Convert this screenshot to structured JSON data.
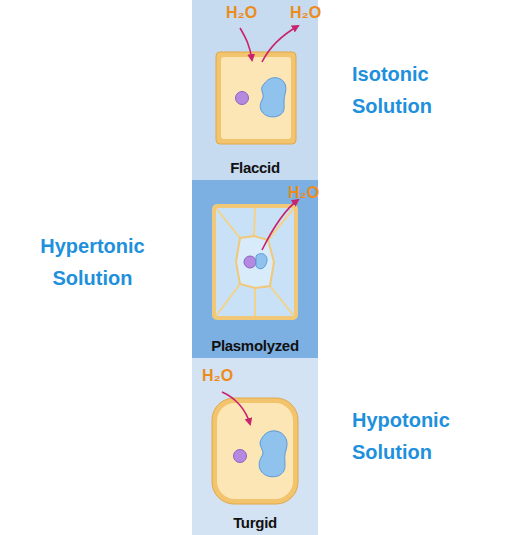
{
  "diagram": {
    "nodes": [
      {
        "text": [
          "Flaccid"
        ]
      },
      {
        "text": [
          "Plasmolyzed"
        ]
      },
      {
        "text": [
          "Turgid"
        ]
      }
    ],
    "labels": [
      "H₂O",
      "H₂O",
      "Isotonic Solution",
      "Hypertonic Solution",
      "H₂O",
      "H₂O",
      "Hypotonic Solution"
    ]
  }
}
